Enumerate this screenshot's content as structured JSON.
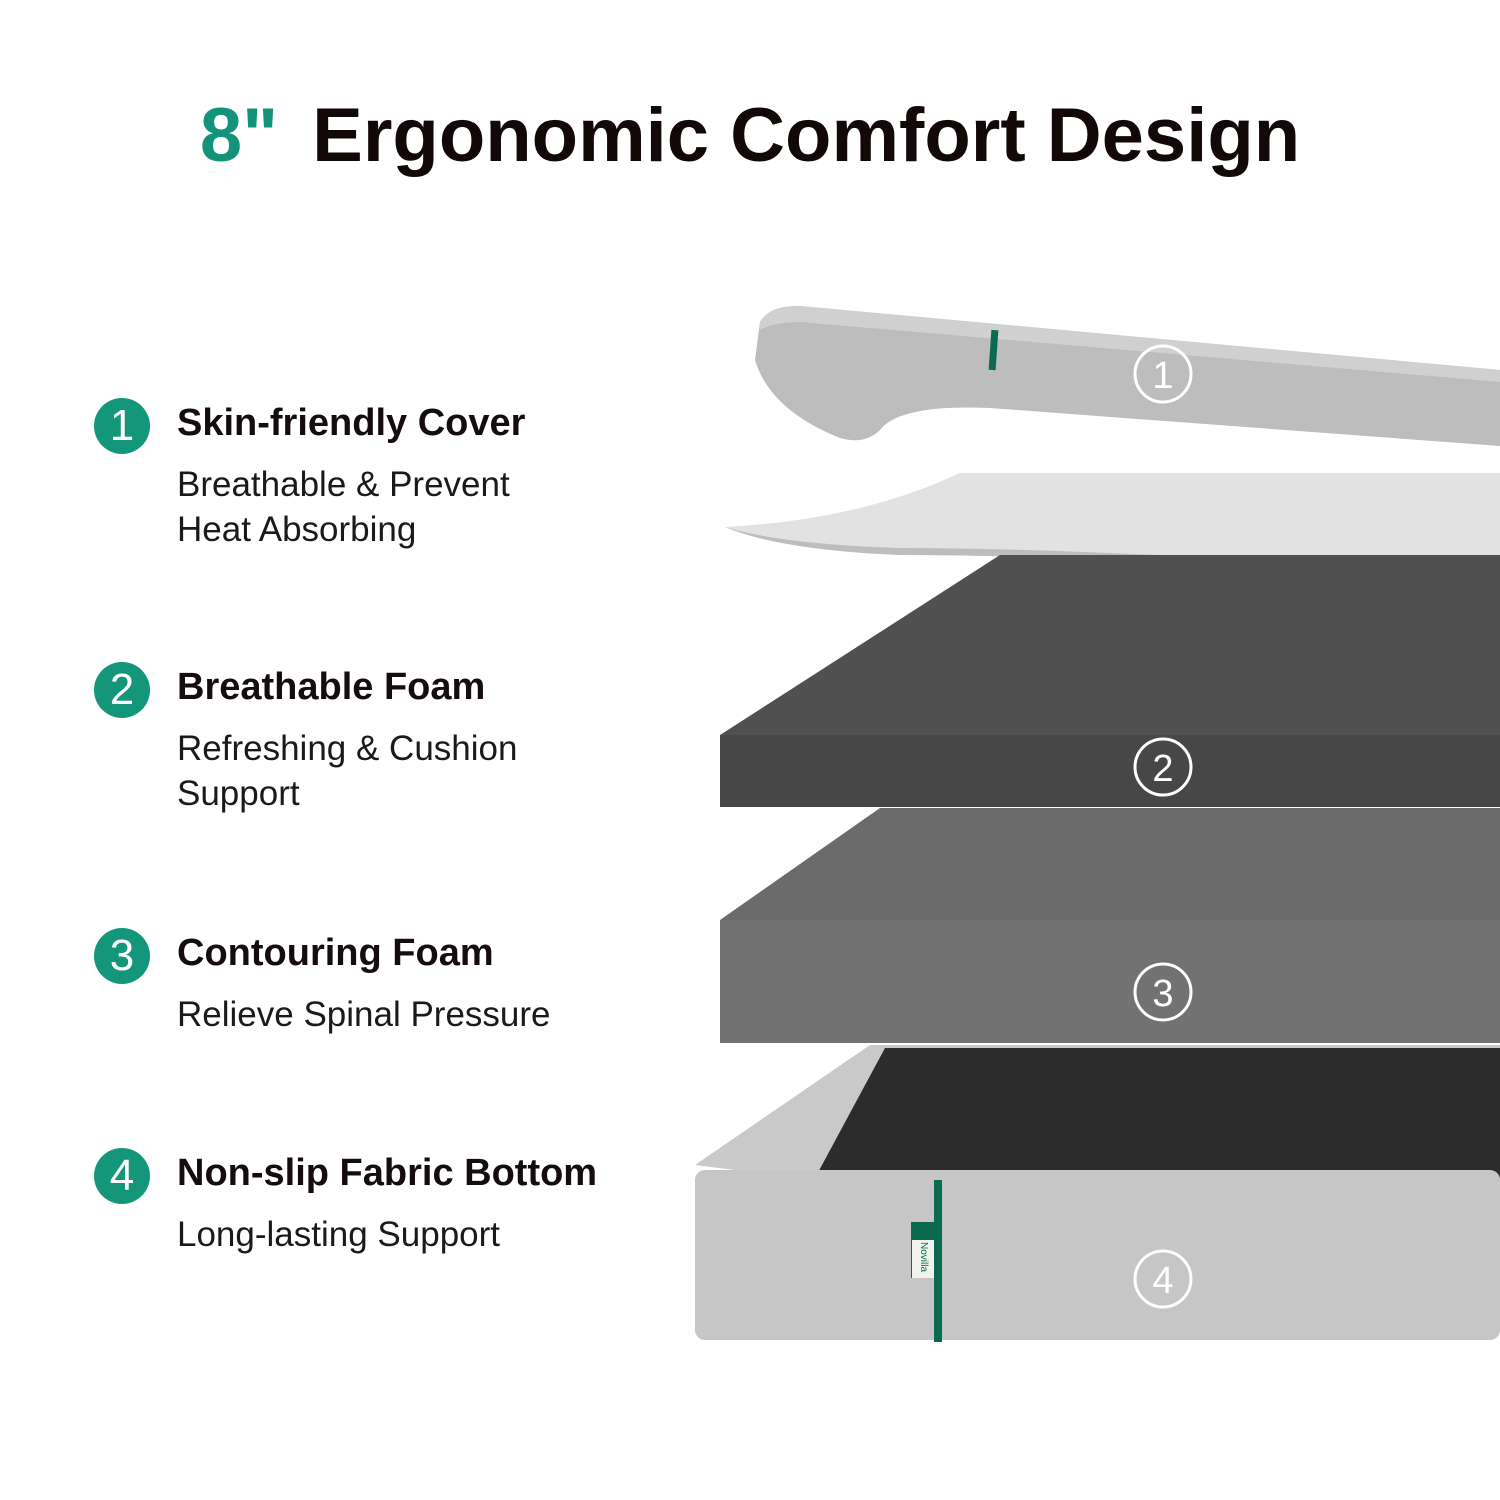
{
  "header": {
    "size": "8\"",
    "title": "Ergonomic Comfort Design"
  },
  "features": [
    {
      "number": "1",
      "title": "Skin-friendly Cover",
      "lines": [
        "Breathable & Prevent",
        "Heat Absorbing"
      ]
    },
    {
      "number": "2",
      "title": "Breathable Foam",
      "lines": [
        "Refreshing & Cushion",
        "Support"
      ]
    },
    {
      "number": "3",
      "title": "Contouring Foam",
      "lines": [
        "Relieve Spinal Pressure"
      ]
    },
    {
      "number": "4",
      "title": "Non-slip Fabric Bottom",
      "lines": [
        "Long-lasting Support"
      ]
    }
  ],
  "brand_tag": "Novilla",
  "colors": {
    "accent": "#13967a",
    "tag_green": "#0b6b50"
  }
}
